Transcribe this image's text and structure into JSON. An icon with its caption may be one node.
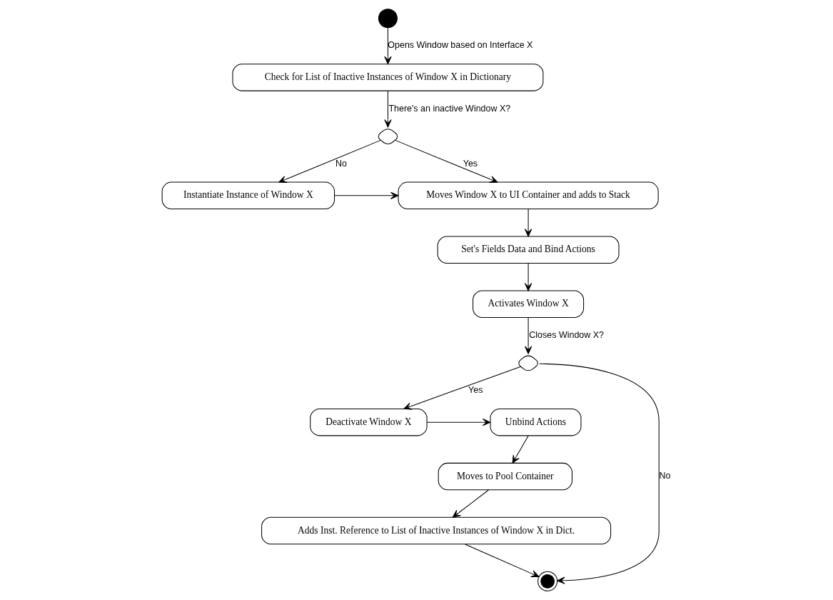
{
  "diagram": {
    "nodes": [
      {
        "text": [],
        "shape": "circle"
      },
      {
        "text": [
          "Check for List of Inactive Instances of Window X in Dictionary"
        ]
      },
      {
        "text": [],
        "shape": "diamond"
      },
      {
        "text": [
          "Moves Window X to UI Container and adds to Stack"
        ]
      },
      {
        "text": [
          "Instantiate Instance of Window X"
        ]
      },
      {
        "text": [
          "Set's Fields Data and Bind Actions"
        ]
      },
      {
        "text": [
          "Adds Inst. Reference to List of Inactive Instances of Window X in Dict."
        ]
      },
      {
        "text": [
          "Activates Window X"
        ]
      },
      {
        "text": [
          "Moves to Pool Container"
        ]
      },
      {
        "text": [],
        "shape": "diamond"
      },
      {
        "text": [
          "Deactivate Window X"
        ]
      },
      {
        "text": [
          "Unbind Actions"
        ]
      },
      {
        "text": [],
        "shape": "bullseye"
      }
    ],
    "edges": [
      {
        "from": 0,
        "to": 1,
        "arrow": "to",
        "label": "Opens Window based on Interface X"
      },
      {
        "from": 1,
        "to": 2,
        "arrow": "to",
        "label": "There's an inactive Window X?"
      },
      {
        "from": 2,
        "to": 3,
        "arrow": "to",
        "label": "Yes"
      },
      {
        "from": 2,
        "to": 4,
        "arrow": "to",
        "label": "No"
      },
      {
        "from": 4,
        "to": 3,
        "arrow": "to"
      },
      {
        "from": 3,
        "to": 5,
        "arrow": "to"
      },
      {
        "from": 5,
        "to": 7,
        "arrow": "to"
      },
      {
        "from": 7,
        "to": 9,
        "arrow": "to",
        "label": "Closes Window X?"
      },
      {
        "from": 9,
        "to": 12,
        "arrow": "to",
        "label": "No"
      },
      {
        "from": 9,
        "to": 10,
        "arrow": "to",
        "label": "Yes"
      },
      {
        "from": 10,
        "to": 11,
        "arrow": "to"
      },
      {
        "from": 11,
        "to": 8,
        "arrow": "to"
      },
      {
        "from": 8,
        "to": 6,
        "arrow": "to"
      },
      {
        "from": 6,
        "to": 12,
        "arrow": "to"
      }
    ]
  }
}
